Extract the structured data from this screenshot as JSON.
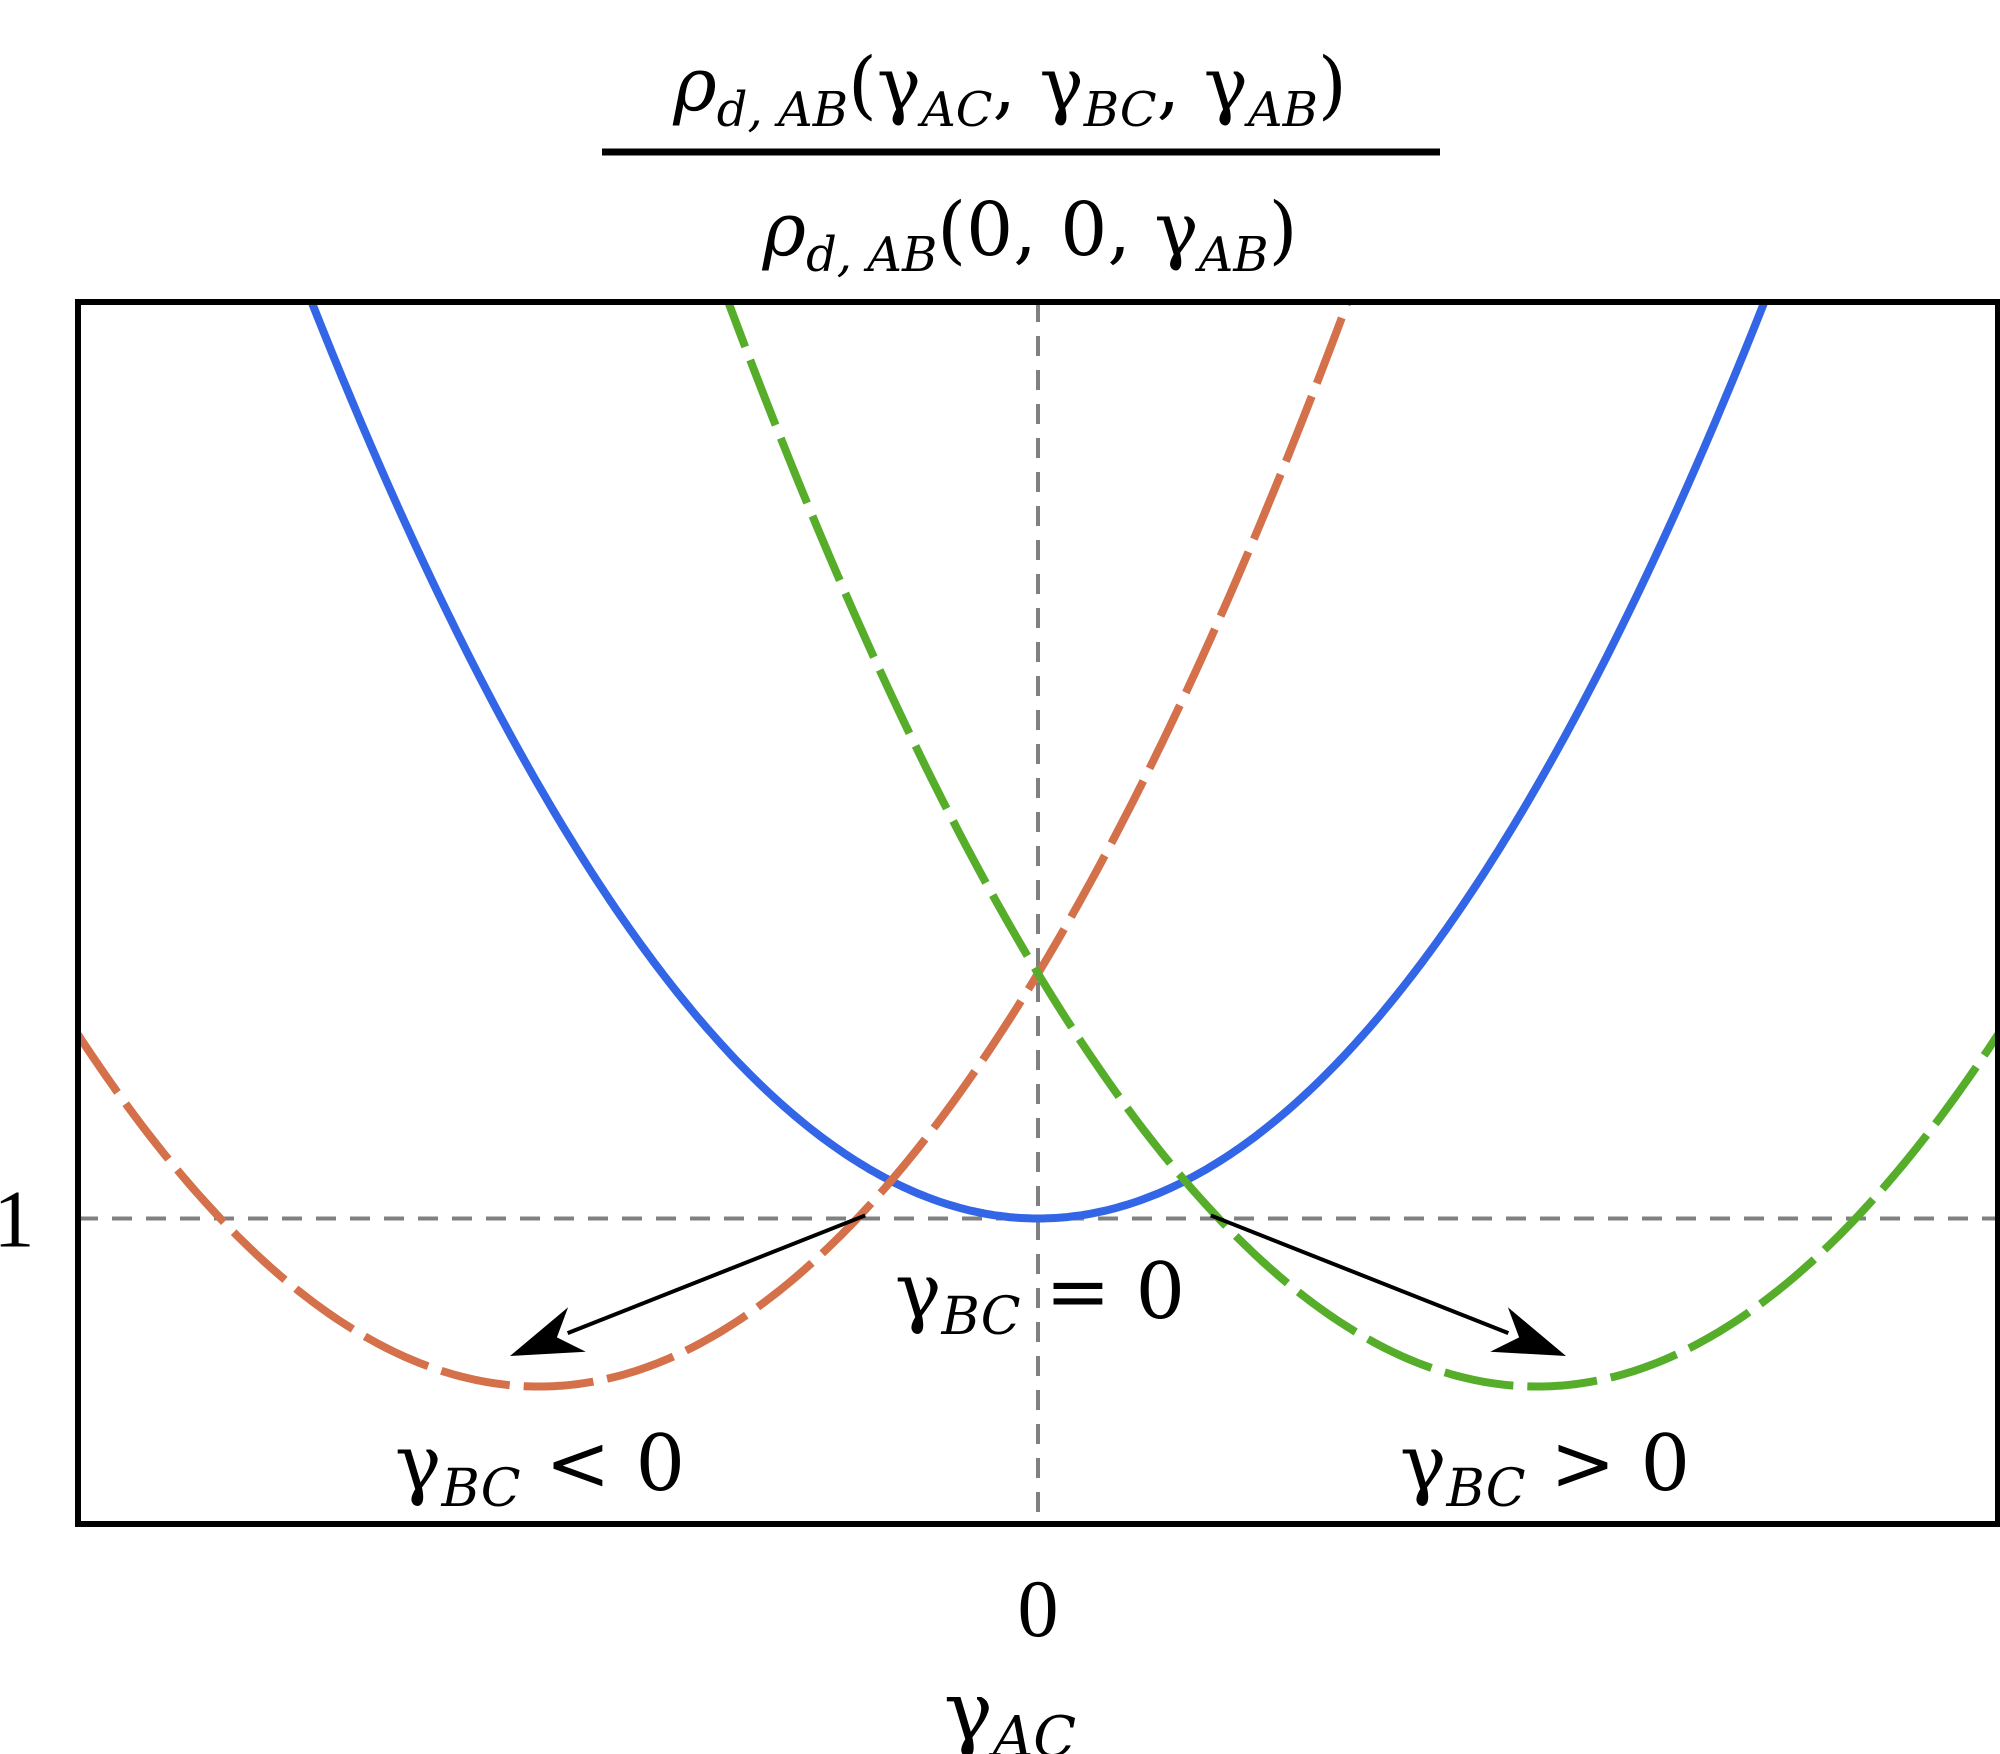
{
  "chart_data": {
    "type": "line",
    "title": {
      "numerator": {
        "rho": "ρ",
        "sub": "d, AB",
        "args": [
          "γ",
          "AC",
          "γ",
          "BC",
          "γ",
          "AB"
        ]
      },
      "denominator": {
        "rho": "ρ",
        "sub": "d, AB",
        "args": [
          "0",
          "0",
          "γ",
          "AB"
        ]
      }
    },
    "xlabel": {
      "symbol": "γ",
      "sub": "AC"
    },
    "x_ticks": [
      "0"
    ],
    "y_ticks": [
      "1"
    ],
    "xlim": [
      -1,
      1
    ],
    "ylim": [
      0.5,
      2.5
    ],
    "grid": false,
    "reference_lines": {
      "x": 0,
      "y": 1,
      "style": "dashed",
      "color": "#808080"
    },
    "series": [
      {
        "label_symbol": "γ",
        "label_sub": "BC",
        "label_rel": "= 0",
        "style": "solid",
        "color": "#3366e6",
        "center": 0.0,
        "min_y": 1.0,
        "curvature": 2.62
      },
      {
        "label_symbol": "γ",
        "label_sub": "BC",
        "label_rel": "< 0",
        "style": "dashed",
        "color": "#d4704a",
        "center": -0.52,
        "min_y": 0.725,
        "curvature": 2.5
      },
      {
        "label_symbol": "γ",
        "label_sub": "BC",
        "label_rel": "> 0",
        "style": "dashed",
        "color": "#55ad2a",
        "center": 0.52,
        "min_y": 0.725,
        "curvature": 2.5
      }
    ],
    "annotations": [
      {
        "type": "arrow",
        "from": [
          -0.18,
          1.005
        ],
        "to": [
          -0.55,
          0.775
        ]
      },
      {
        "type": "arrow",
        "from": [
          0.18,
          1.005
        ],
        "to": [
          0.55,
          0.775
        ]
      }
    ]
  }
}
